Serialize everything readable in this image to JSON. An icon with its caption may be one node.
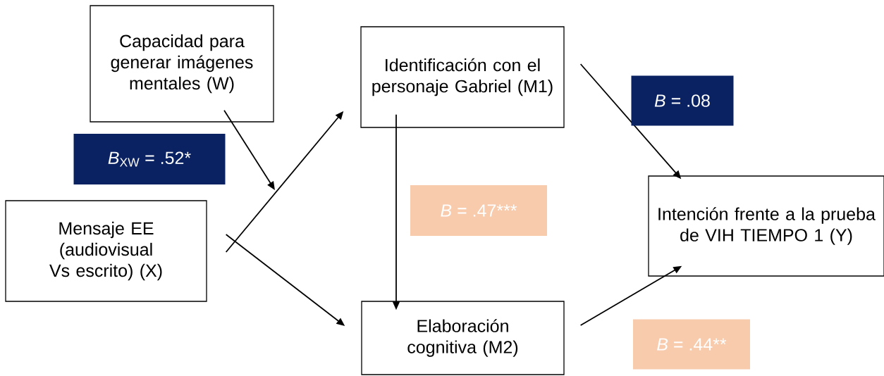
{
  "diagram": {
    "nodes": [
      {
        "text": [
          "Capacidad para generar imágenes mentales (W)"
        ]
      },
      {
        "text": [
          "Identificación con el personaje Gabriel (M1)"
        ]
      },
      {
        "text": [
          "Mensaje EE (audiovisual Vs escrito) (X)"
        ]
      },
      {
        "text": [
          "Intención frente a la prueba de VIH TIEMPO 1 (Y)"
        ]
      },
      {
        "text": [
          "Elaboración cognitiva (M2)"
        ]
      }
    ],
    "edges": [
      {
        "from": 0,
        "to": null,
        "arrow": "to",
        "label": "*B*$_{XW}$ = .52*"
      },
      {
        "from": 2,
        "to": 1,
        "arrow": "to"
      },
      {
        "from": 2,
        "to": 4,
        "arrow": "to"
      },
      {
        "from": 1,
        "to": 4,
        "arrow": "to",
        "label": "*B* = .47***"
      },
      {
        "from": 1,
        "to": 3,
        "arrow": "to",
        "label": "*B* = .08"
      },
      {
        "from": 4,
        "to": 3,
        "arrow": "to",
        "label": "*B* = .44**"
      }
    ]
  }
}
